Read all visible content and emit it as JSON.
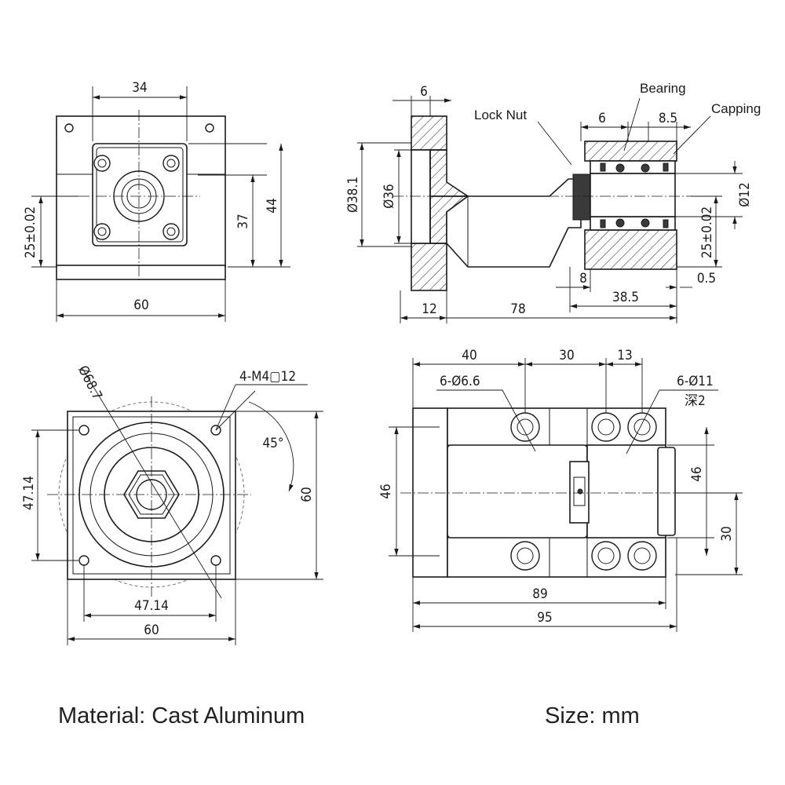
{
  "views": {
    "top_left": {
      "dims": [
        "34",
        "37",
        "44",
        "25±0.02",
        "60"
      ]
    },
    "top_right": {
      "dims": [
        "6",
        "Ø38.1",
        "Ø36",
        "6",
        "8.5",
        "Ø12",
        "25±0.02",
        "8",
        "0.5",
        "38.5",
        "12",
        "78"
      ],
      "callouts": [
        "Lock Nut",
        "Bearing",
        "Capping"
      ]
    },
    "bottom_left": {
      "dims": [
        "Ø68.7",
        "4-M4▢12",
        "45°",
        "47.14",
        "60",
        "47.14",
        "60"
      ]
    },
    "bottom_right": {
      "dims": [
        "40",
        "30",
        "13",
        "6-Ø6.6",
        "6-Ø11",
        "深2",
        "46",
        "46",
        "30",
        "89",
        "95"
      ]
    }
  },
  "footer": {
    "material": "Material: Cast Aluminum",
    "size": "Size: mm"
  }
}
